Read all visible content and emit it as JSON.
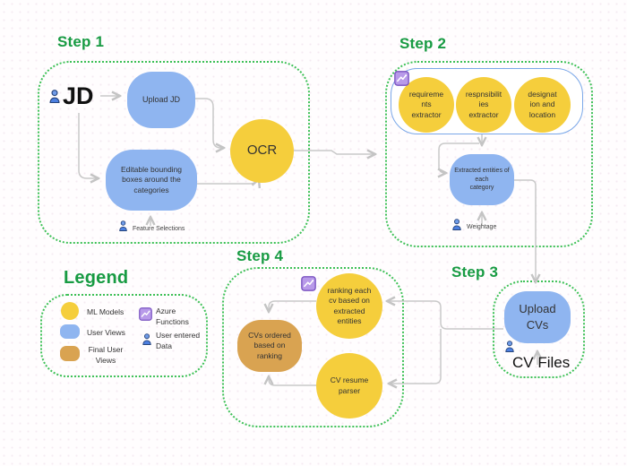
{
  "palette": {
    "ml_model_yellow": "#f5ce3c",
    "user_view_blue": "#8fb5f0",
    "final_view_orange": "#d9a351",
    "step_border_green": "#3ec157",
    "step_title_green": "#189b43",
    "container_border_blue": "#7aa7e8",
    "connector_gray": "#c9c9c9",
    "azure_purple": "#b89ae9",
    "person_blue": "#4c7fe0"
  },
  "icons": {
    "azure": "azure-functions-icon (purple square with white trend line)",
    "person": "user-icon (blue person bust)"
  },
  "step1": {
    "title": "Step 1",
    "jd": "JD",
    "upload_jd": "Upload JD",
    "editable_boxes": "Editable bounding\nboxes around the\ncategories",
    "ocr": "OCR",
    "feature_selections": "Feature Selections"
  },
  "step2": {
    "title": "Step 2",
    "extractor1": "requireme\nnts\nextractor",
    "extractor2": "respnsibilit\nies\nextractor",
    "extractor3": "designat\nion and\nlocation",
    "extracted_entities": "Extracted entities of\neach\ncategory",
    "weightage": "Weightage"
  },
  "step3": {
    "title": "Step 3",
    "upload_cvs": "Upload\nCVs",
    "cv_files": "CV Files"
  },
  "step4": {
    "title": "Step 4",
    "ranking": "ranking each\ncv based on\nextracted\nentities",
    "cvs_ordered": "CVs ordered\nbased on\nranking",
    "cv_parser": "CV resume\nparser"
  },
  "legend": {
    "title": "Legend",
    "ml_models": "ML Models",
    "user_views": "User Views",
    "final_user_views": "Final User\nViews",
    "azure_functions": "Azure\nFunctions",
    "user_entered_data": "User entered\nData"
  }
}
